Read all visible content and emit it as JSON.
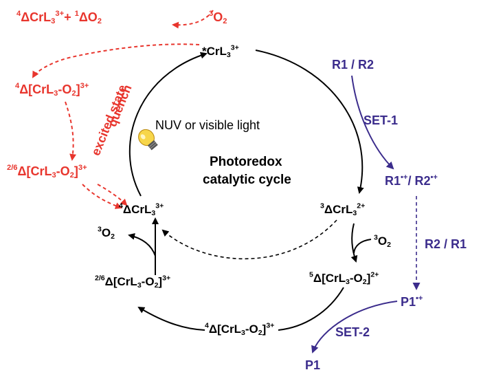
{
  "colors": {
    "cycle": "#000000",
    "quench": "#e8352d",
    "substrate": "#3b2c8c",
    "bulb_glass": "#f7d64a",
    "bulb_base": "#444444"
  },
  "icons": {
    "light": "light-bulb-icon"
  },
  "center": {
    "line1": "Photoredox",
    "line2": "catalytic cycle"
  },
  "light_label": "NUV or visible light",
  "quench_label": {
    "line1": "excited state",
    "line2": "quench"
  },
  "set1_label": "SET-1",
  "set2_label": "SET-2",
  "r2r1_label": "R2 / R1",
  "species": {
    "excited_cr": {
      "pre": "*",
      "main": "CrL",
      "sub": "3",
      "sup": "3+"
    },
    "d3_cr": {
      "presup": "3",
      "main": "ΔCrL",
      "sub": "3",
      "sup": "2+"
    },
    "d5_adduct": {
      "presup": "5",
      "main": "Δ[CrL",
      "sub": "3",
      "mid": "-O",
      "sub2": "2",
      "end": "]",
      "sup": "2+"
    },
    "d4_adduct_bottom": {
      "presup": "4",
      "main": "Δ[CrL",
      "sub": "3",
      "mid": "-O",
      "sub2": "2",
      "end": "]",
      "sup": "3+"
    },
    "d26_adduct_left": {
      "presup": "2/6",
      "main": "Δ[CrL",
      "sub": "3",
      "mid": "-O",
      "sub2": "2",
      "end": "]",
      "sup": "3+"
    },
    "d4_cr": {
      "presup": "4",
      "main": "ΔCrL",
      "sub": "3",
      "sup": "3+"
    },
    "o2_left": {
      "presup": "3",
      "main": "O",
      "sub": "2"
    },
    "o2_right": {
      "presup": "3",
      "main": "O",
      "sub": "2"
    },
    "r1r2": {
      "main": "R1 / R2"
    },
    "radicals": {
      "main": "R1",
      "sup": "•+",
      "mid": "/ R2",
      "sup2": "•+"
    },
    "p1_radical": {
      "main": "P1",
      "sup": "•+"
    },
    "p1": {
      "main": "P1"
    }
  },
  "quench_species": {
    "top_product": {
      "presup": "4",
      "main": "ΔCrL",
      "sub": "3",
      "sup": "3+",
      "plus": "+ ",
      "presup2": "1",
      "main2": "ΔO",
      "sub2": "2"
    },
    "o2_top": {
      "presup": "3",
      "main": "O",
      "sub": "2"
    },
    "d4_adduct_red": {
      "presup": "4",
      "main": "Δ[CrL",
      "sub": "3",
      "mid": "-O",
      "sub2": "2",
      "end": "]",
      "sup": "3+"
    },
    "d26_adduct_red": {
      "presup": "2/6",
      "main": "Δ[CrL",
      "sub": "3",
      "mid": "-O",
      "sub2": "2",
      "end": "]",
      "sup": "3+"
    }
  }
}
